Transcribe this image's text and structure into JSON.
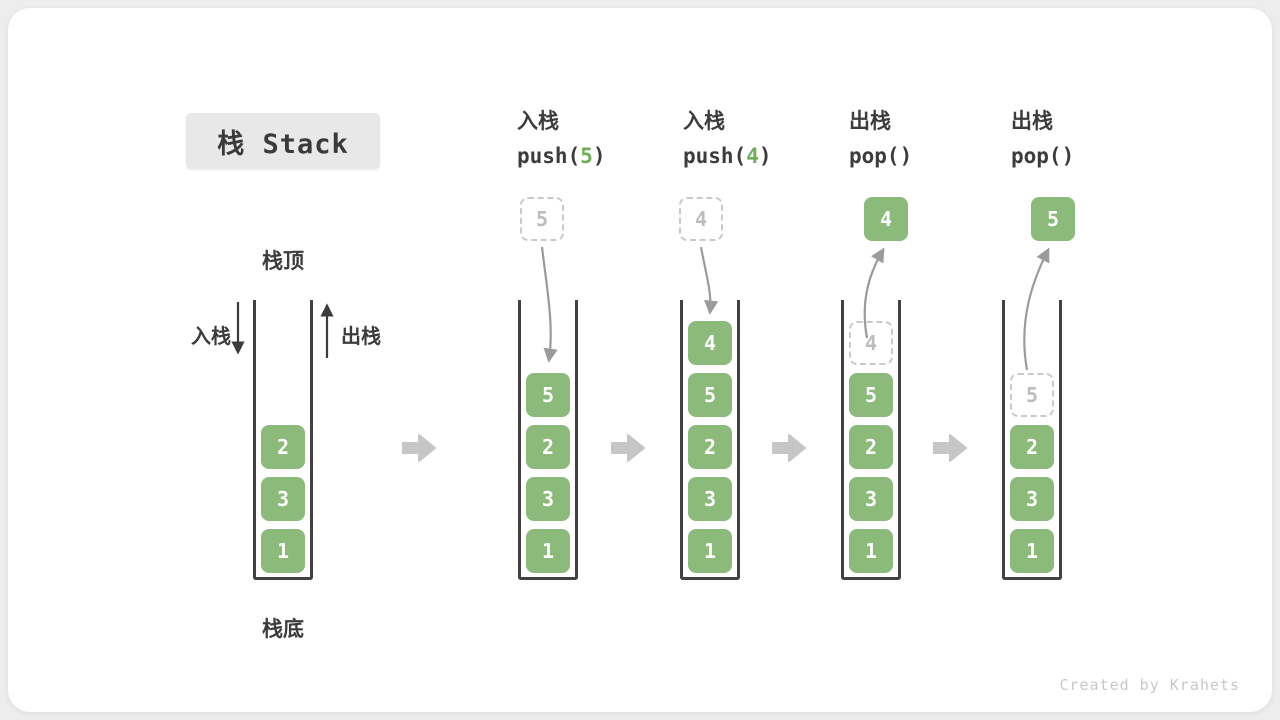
{
  "title": "栈 Stack",
  "watermark": "Created by Krahets",
  "colors": {
    "element_green": "#8bba7a",
    "code_number_green": "#6fae57",
    "ink": "#3c3c3c",
    "ghost_gray": "#c9c9c9",
    "flow_arrow_gray": "#c6c6c6"
  },
  "initial_stack": {
    "top_label": "栈顶",
    "bottom_label": "栈底",
    "push_label": "入栈",
    "pop_label": "出栈",
    "elements": [
      "2",
      "3",
      "1"
    ]
  },
  "stages": [
    {
      "op_line1": "入栈",
      "op_code_prefix": "push(",
      "op_code_num": "5",
      "op_code_suffix": ")",
      "floating_value": "5",
      "floating_style": "dashed",
      "elements": [
        "5",
        "2",
        "3",
        "1"
      ]
    },
    {
      "op_line1": "入栈",
      "op_code_prefix": "push(",
      "op_code_num": "4",
      "op_code_suffix": ")",
      "floating_value": "4",
      "floating_style": "dashed",
      "elements": [
        "4",
        "5",
        "2",
        "3",
        "1"
      ]
    },
    {
      "op_line1": "出栈",
      "op_code_prefix": "pop()",
      "op_code_num": "",
      "op_code_suffix": "",
      "floating_value": "4",
      "floating_style": "solid",
      "ghost_value": "4",
      "elements": [
        "5",
        "2",
        "3",
        "1"
      ]
    },
    {
      "op_line1": "出栈",
      "op_code_prefix": "pop()",
      "op_code_num": "",
      "op_code_suffix": "",
      "floating_value": "5",
      "floating_style": "solid",
      "ghost_value": "5",
      "elements": [
        "2",
        "3",
        "1"
      ]
    }
  ]
}
